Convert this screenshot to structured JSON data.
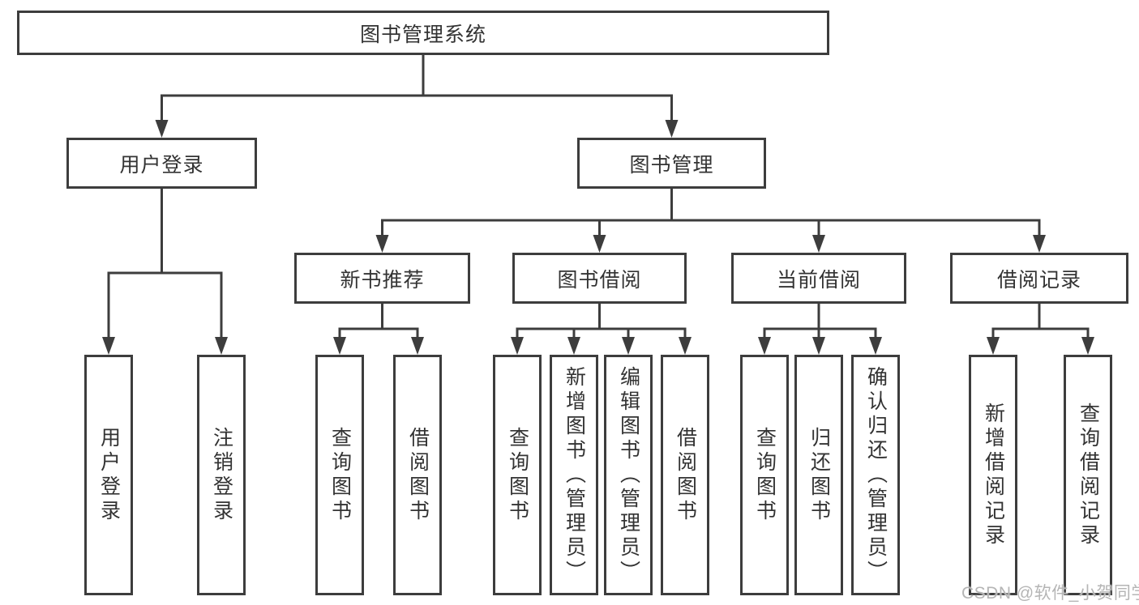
{
  "colors": {
    "background": "#ffffff",
    "box_border": "#3d3d3d",
    "connector": "#3d3d3d",
    "text": "#333333",
    "watermark": "#b5b5b5"
  },
  "watermark": {
    "text": "CSDN @软件_小贺同学"
  },
  "tree": {
    "label": "图书管理系统",
    "children": [
      {
        "label": "用户登录",
        "children": [
          {
            "label": "用户登录"
          },
          {
            "label": "注销登录"
          }
        ]
      },
      {
        "label": "图书管理",
        "children": [
          {
            "label": "新书推荐",
            "children": [
              {
                "label": "查询图书"
              },
              {
                "label": "借阅图书"
              }
            ]
          },
          {
            "label": "图书借阅",
            "children": [
              {
                "label": "查询图书"
              },
              {
                "label": "新增图书（管理员）"
              },
              {
                "label": "编辑图书（管理员）"
              },
              {
                "label": "借阅图书"
              }
            ]
          },
          {
            "label": "当前借阅",
            "children": [
              {
                "label": "查询图书"
              },
              {
                "label": "归还图书"
              },
              {
                "label": "确认归还（管理员）"
              }
            ]
          },
          {
            "label": "借阅记录",
            "children": [
              {
                "label": "新增借阅记录"
              },
              {
                "label": "查询借阅记录"
              }
            ]
          }
        ]
      }
    ]
  }
}
